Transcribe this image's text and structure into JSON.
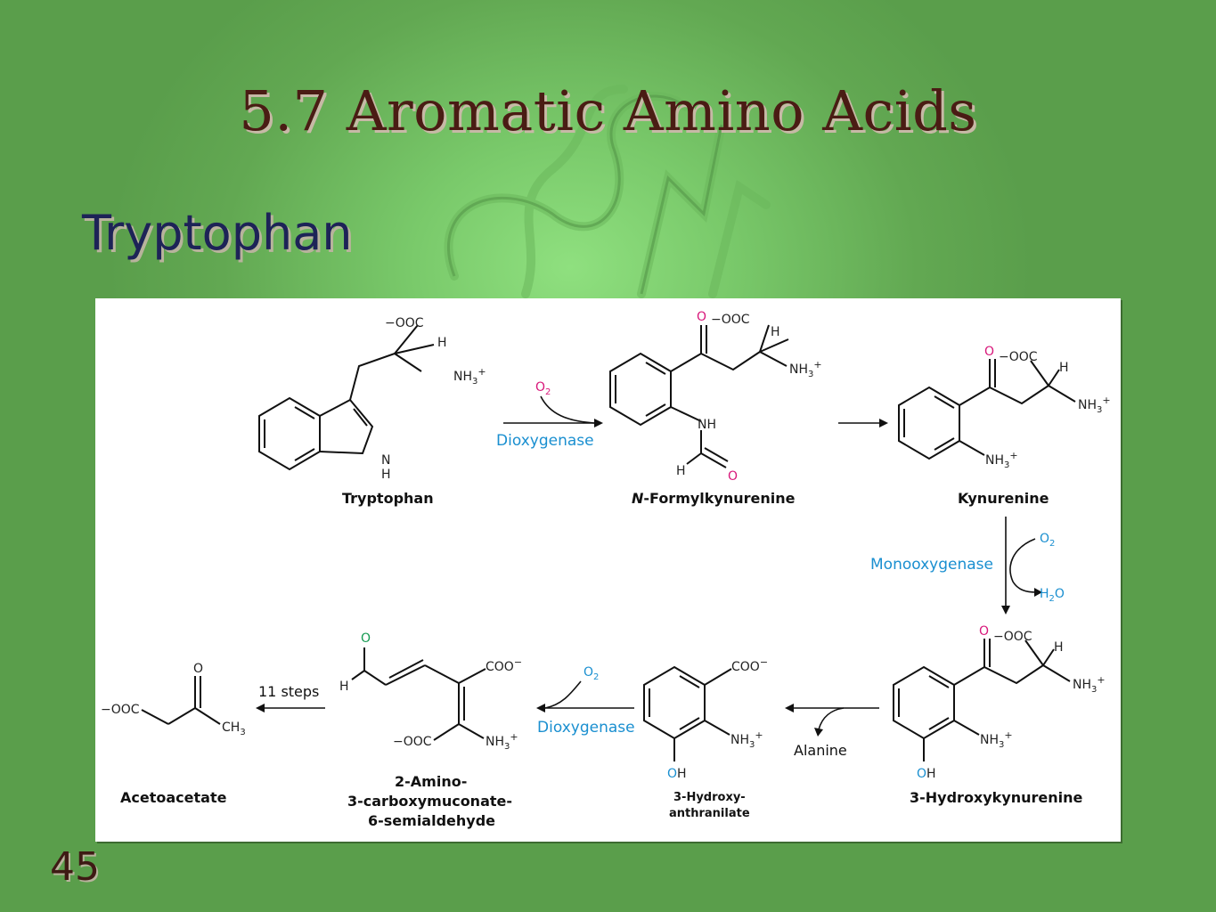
{
  "slide": {
    "title": "5.7 Aromatic Amino Acids",
    "subtitle": "Tryptophan",
    "page_number": "45"
  },
  "colors": {
    "oxygen_red": "#d8177a",
    "enzyme_blue": "#1a8fd0",
    "aldehyde_green": "#169a52"
  },
  "diagram": {
    "compounds": {
      "tryptophan": "Tryptophan",
      "n_formyl_prefix": "N",
      "n_formyl_rest": "-Formylkynurenine",
      "kynurenine": "Kynurenine",
      "hydroxykynurenine": "3-Hydroxykynurenine",
      "hydroxyanthranilate_1": "3-Hydroxy-",
      "hydroxyanthranilate_2": "anthranilate",
      "amino_carboxy_1": "2-Amino-",
      "amino_carboxy_2": "3-carboxymuconate-",
      "amino_carboxy_3": "6-semialdehyde",
      "acetoacetate": "Acetoacetate"
    },
    "enzymes": {
      "dioxygenase_1": "Dioxygenase",
      "monooxygenase": "Monooxygenase",
      "dioxygenase_2": "Dioxygenase"
    },
    "reagents": {
      "o2": "O",
      "o2_sub": "2",
      "h2o_h": "H",
      "h2o_sub": "2",
      "h2o_o": "O",
      "alanine": "Alanine",
      "eleven_steps": "11 steps"
    },
    "groups": {
      "coo_minus": "OOC",
      "minus": "−",
      "coo": "COO",
      "nh3": "NH",
      "nh3_sub": "3",
      "plus": "+",
      "h": "H",
      "nh": "NH",
      "n": "N",
      "o": "O",
      "oh_o": "O",
      "oh_h": "H",
      "ch3": "CH",
      "ch3_sub": "3"
    }
  }
}
